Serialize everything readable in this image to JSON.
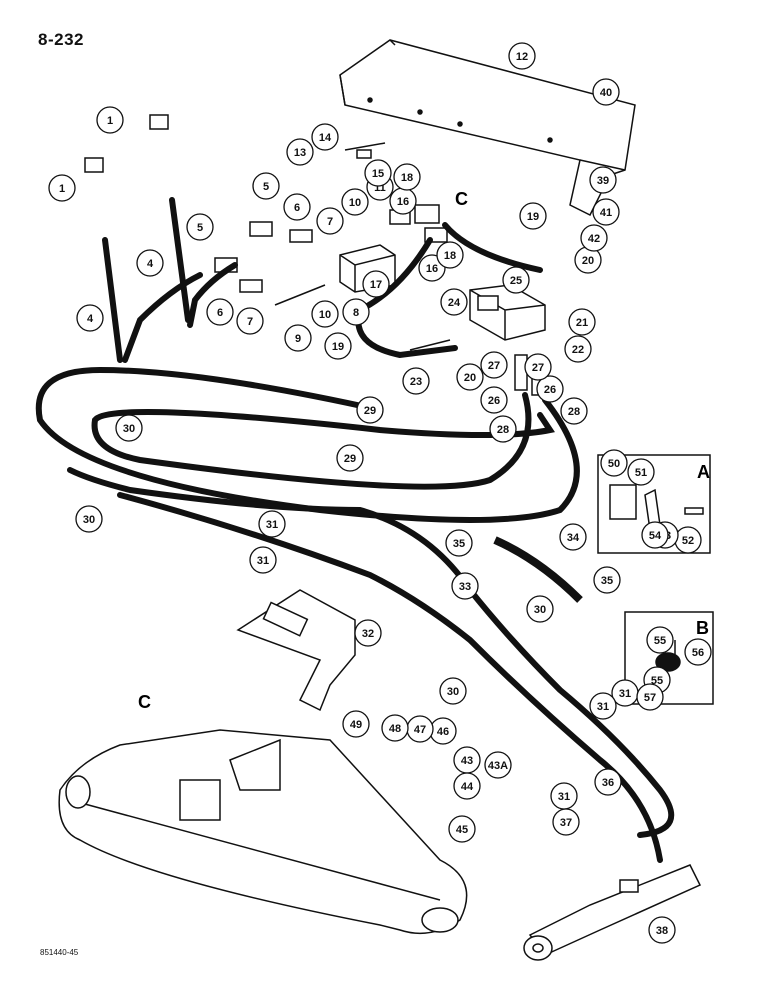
{
  "page_number": "8-232",
  "figure_code": "851440-45",
  "detail_labels": {
    "a": "A",
    "b": "B",
    "c_top": "C",
    "c_frame": "C"
  },
  "callouts": [
    "1",
    "1",
    "4",
    "4",
    "5",
    "5",
    "6",
    "6",
    "7",
    "7",
    "8",
    "9",
    "10",
    "10",
    "11",
    "12",
    "13",
    "14",
    "15",
    "16",
    "16",
    "17",
    "18",
    "18",
    "19",
    "19",
    "20",
    "20",
    "21",
    "22",
    "23",
    "24",
    "25",
    "26",
    "26",
    "27",
    "27",
    "28",
    "28",
    "29",
    "29",
    "30",
    "30",
    "30",
    "30",
    "31",
    "31",
    "31",
    "31",
    "31",
    "32",
    "33",
    "34",
    "35",
    "35",
    "36",
    "37",
    "38",
    "39",
    "40",
    "41",
    "42",
    "43",
    "43A",
    "44",
    "45",
    "46",
    "47",
    "48",
    "49",
    "50",
    "51",
    "52",
    "53",
    "54",
    "55",
    "55",
    "56",
    "57"
  ]
}
